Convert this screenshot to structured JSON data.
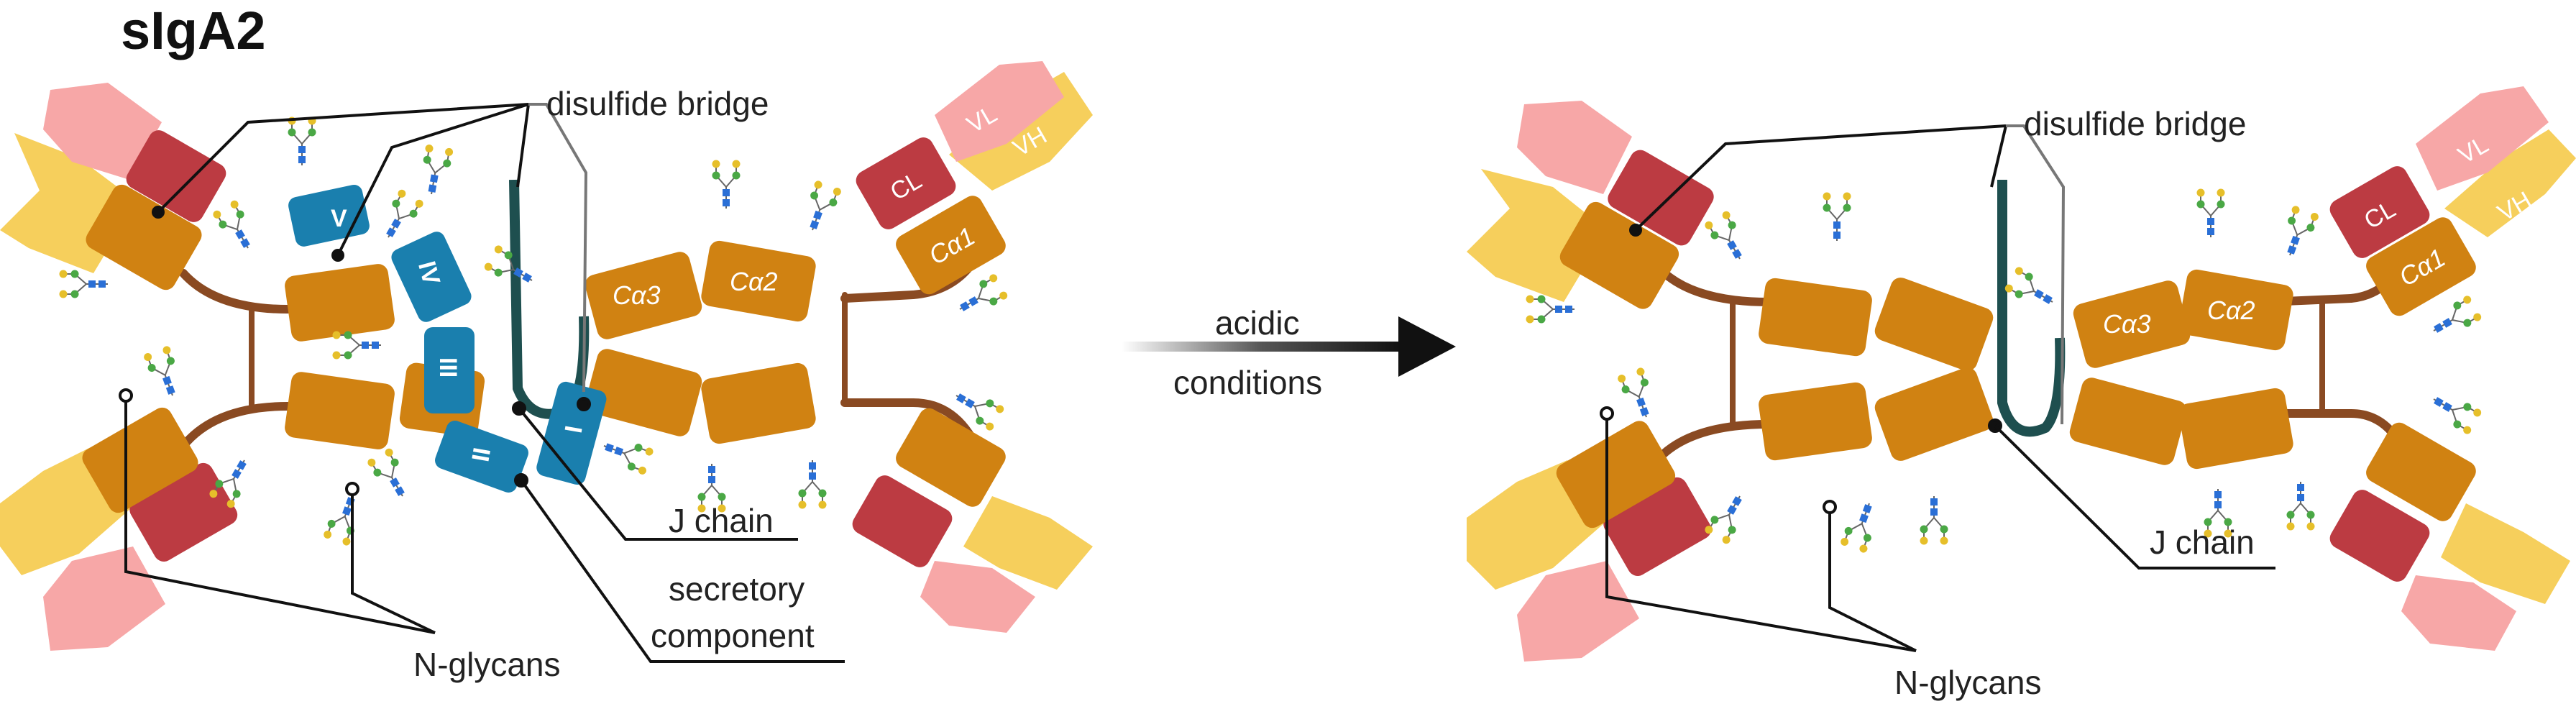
{
  "title": "sIgA2",
  "labels": {
    "disulfide_bridge": "disulfide bridge",
    "j_chain": "J chain",
    "secretory_component_line1": "secretory",
    "secretory_component_line2": "component",
    "n_glycans": "N-glycans",
    "arrow_line1": "acidic",
    "arrow_line2": "conditions"
  },
  "domains": {
    "ca1": "Cα1",
    "ca2": "Cα2",
    "ca3": "Cα3",
    "cl": "CL",
    "vl": "VL",
    "vh": "VH"
  },
  "sc_domains": [
    "I",
    "II",
    "III",
    "IV",
    "V"
  ],
  "colors": {
    "heavy_const": "#d08212",
    "vh": "#f6cf5c",
    "cl": "#bc3b42",
    "vl": "#f7a7a7",
    "hinge": "#8a4a22",
    "sc": "#1a7fae",
    "j_chain": "#1e4f4f",
    "glycan_blue": "#2a6fd6",
    "glycan_green": "#4aa845",
    "glycan_yellow": "#e6bf2a"
  }
}
